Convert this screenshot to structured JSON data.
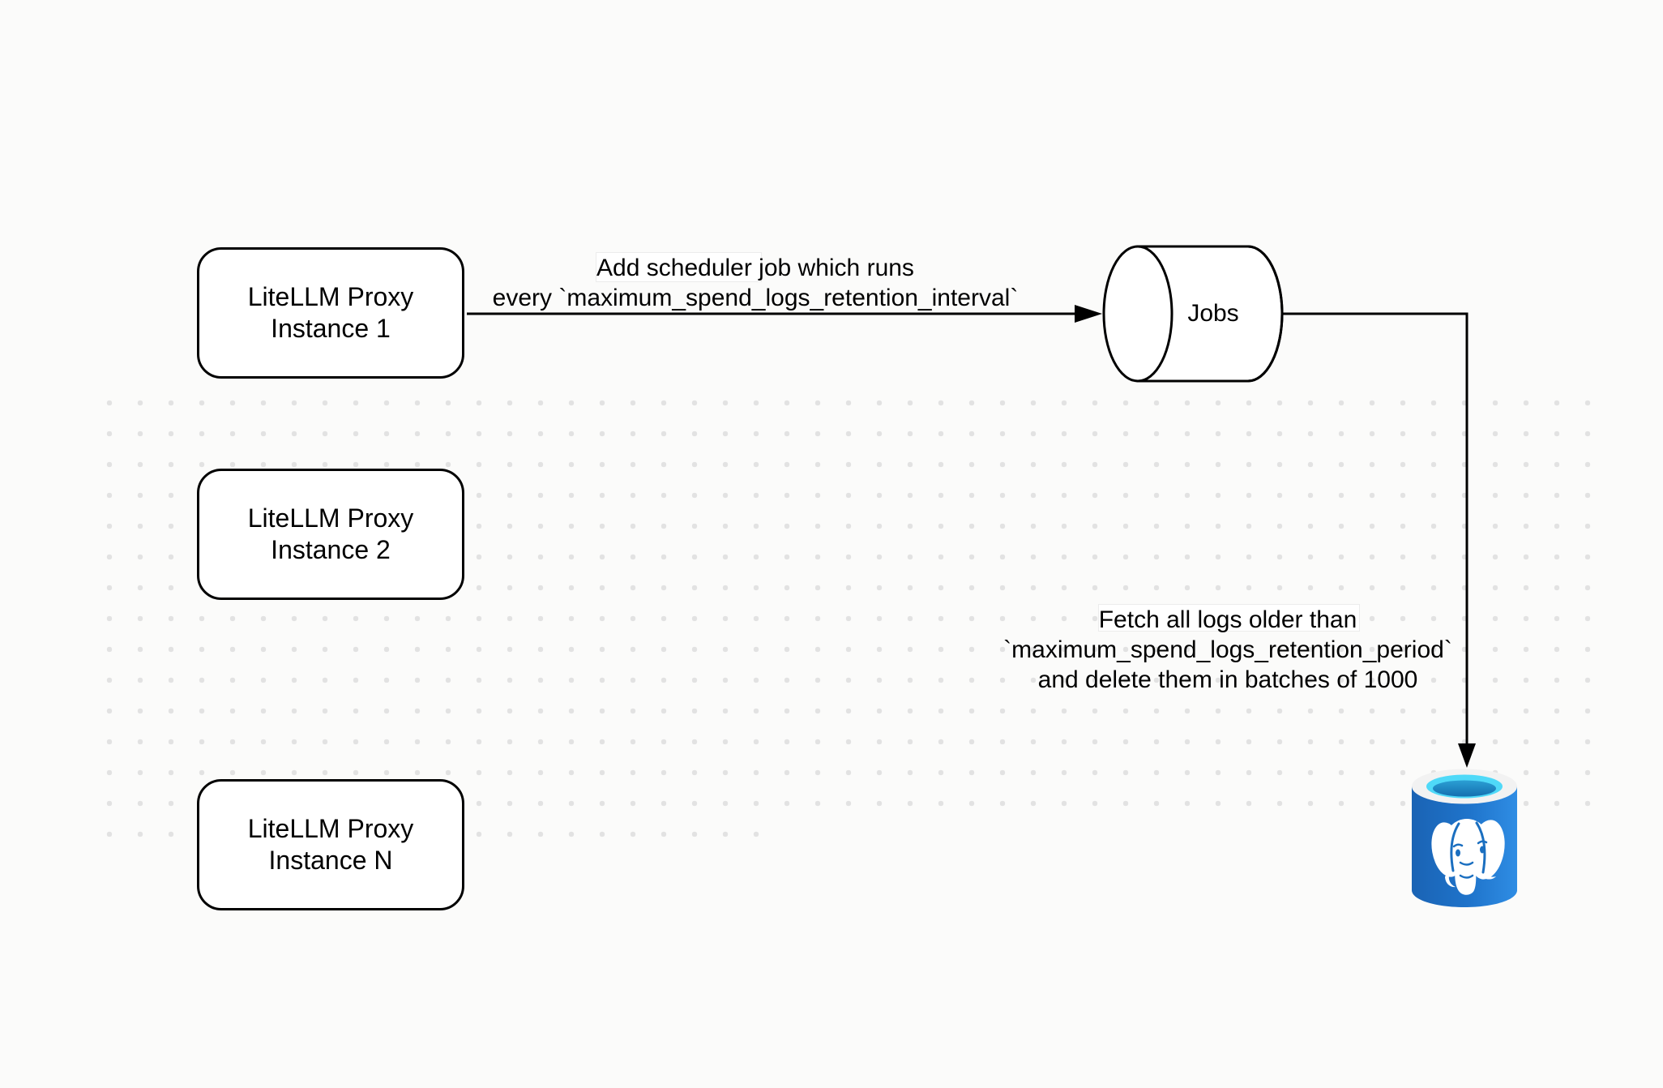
{
  "diagram": {
    "proxy_nodes": [
      {
        "line1": "LiteLLM Proxy",
        "line2": "Instance 1"
      },
      {
        "line1": "LiteLLM Proxy",
        "line2": "Instance 2"
      },
      {
        "line1": "LiteLLM Proxy",
        "line2": "Instance N"
      }
    ],
    "jobs_store": {
      "label": "Jobs"
    },
    "database_icon": "postgresql-database-icon",
    "edge_labels": {
      "scheduler": {
        "line1": "Add scheduler job which runs",
        "line2": "every `maximum_spend_logs_retention_interval`"
      },
      "fetch": {
        "line1": "Fetch all logs older than",
        "line2": "`maximum_spend_logs_retention_period`",
        "line3": "and delete them in batches of 1000"
      }
    },
    "colors": {
      "background": "#fbfbfa",
      "ink": "#000000",
      "node_fill": "#ffffff",
      "dot_grid": "#e2e2e2",
      "label_background": "#ffffff",
      "pg_body_dark": "#1a63b4",
      "pg_body_light": "#2f8de4",
      "pg_rim": "#f2f2f2",
      "pg_opening_cyan": "#4fd9f8",
      "pg_liquid_blue": "#1b80be",
      "pg_detail_blue": "#1b6fc0"
    }
  }
}
